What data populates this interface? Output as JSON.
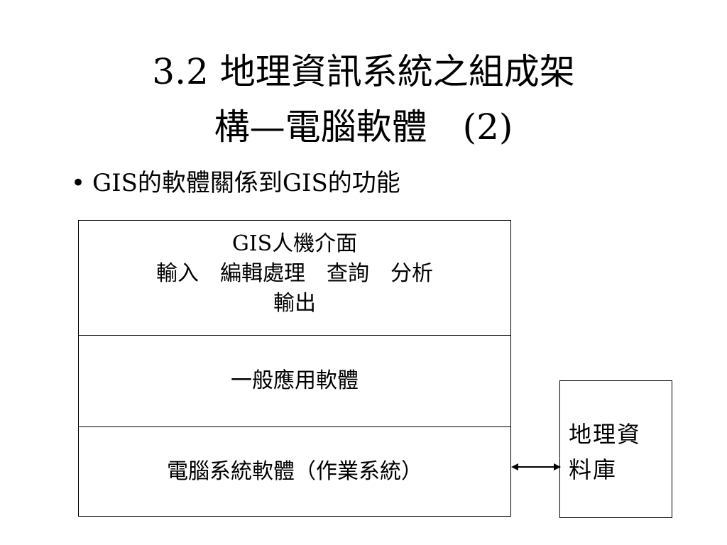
{
  "slide": {
    "title_line1": "3.2 地理資訊系統之組成架",
    "title_line2": "構—電腦軟體　(2)",
    "bullet_marker": "•",
    "bullet_text": "GIS的軟體關係到GIS的功能"
  },
  "diagram": {
    "top_layer": {
      "line1": "GIS人機介面",
      "line2": "輸入　編輯處理　查詢　分析",
      "line3": "輸出"
    },
    "middle_layer": "一般應用軟體",
    "bottom_layer": "電腦系統軟體（作業系統）",
    "database_box": {
      "line1": "地理資",
      "line2": "料庫"
    }
  }
}
